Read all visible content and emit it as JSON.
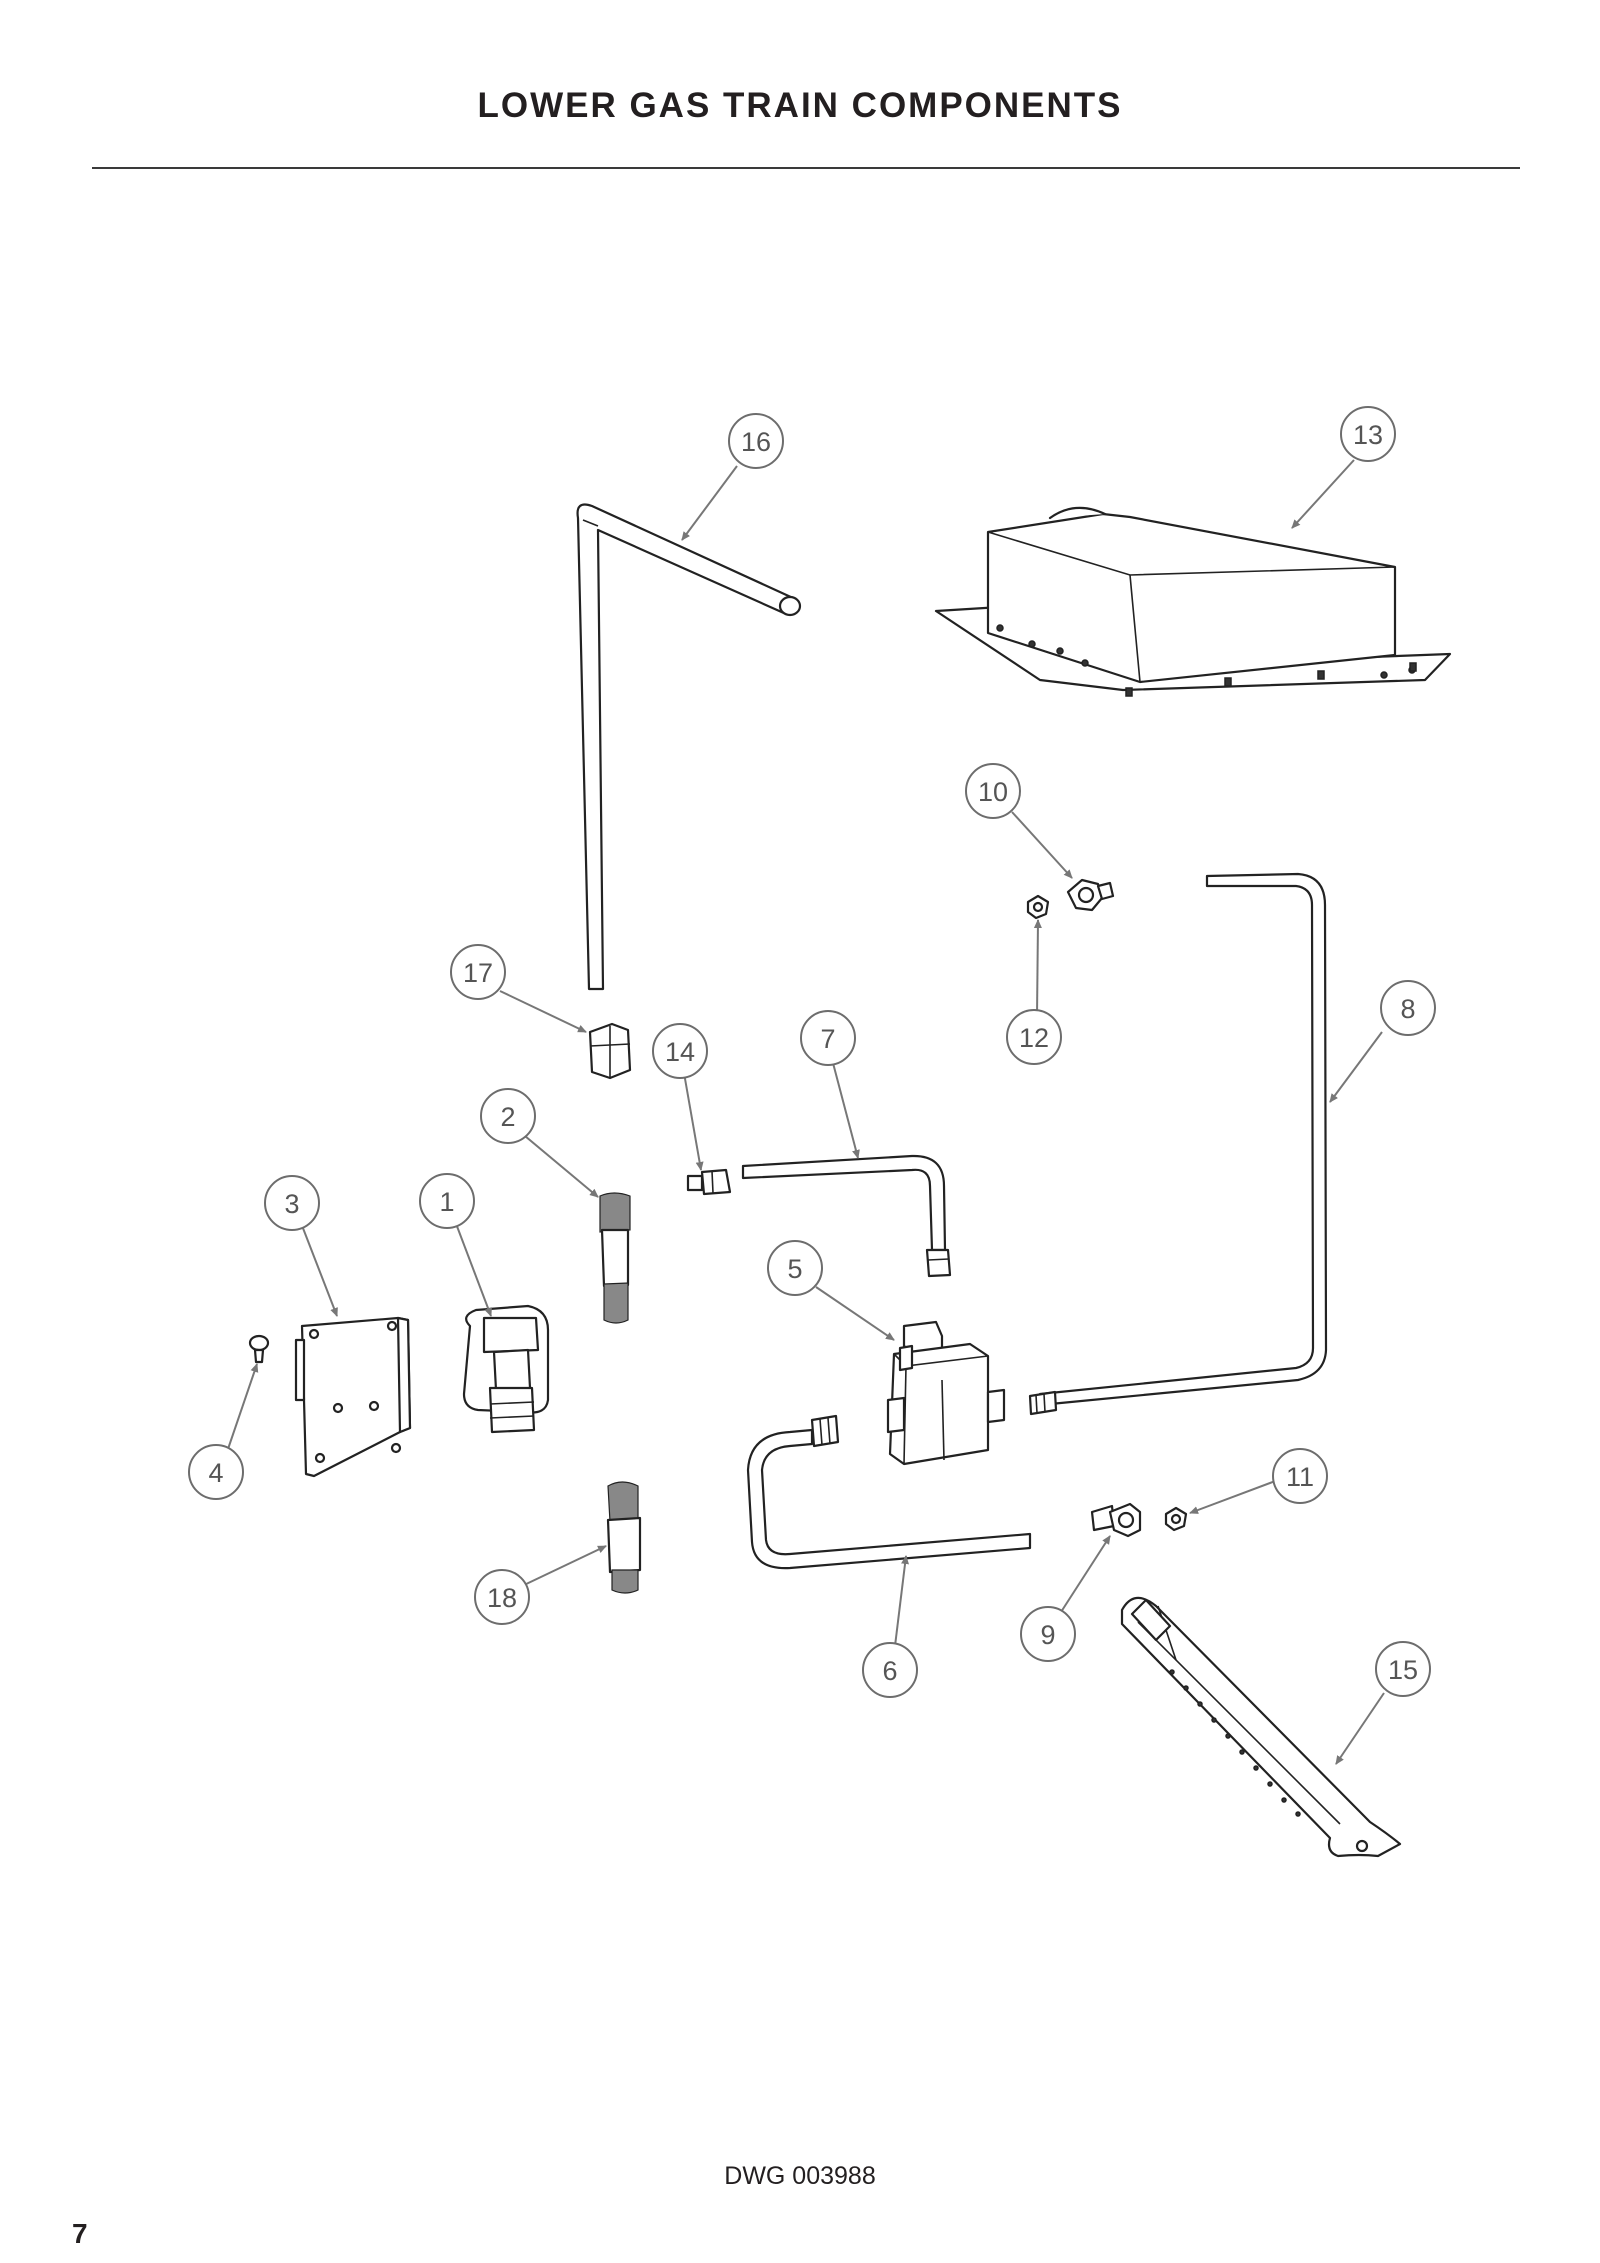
{
  "header": {
    "title": "LOWER GAS TRAIN COMPONENTS"
  },
  "callouts": [
    {
      "id": "c1",
      "label": "1"
    },
    {
      "id": "c2",
      "label": "2"
    },
    {
      "id": "c3",
      "label": "3"
    },
    {
      "id": "c4",
      "label": "4"
    },
    {
      "id": "c5",
      "label": "5"
    },
    {
      "id": "c6",
      "label": "6"
    },
    {
      "id": "c7",
      "label": "7"
    },
    {
      "id": "c8",
      "label": "8"
    },
    {
      "id": "c9",
      "label": "9"
    },
    {
      "id": "c10",
      "label": "10"
    },
    {
      "id": "c11",
      "label": "11"
    },
    {
      "id": "c12",
      "label": "12"
    },
    {
      "id": "c13",
      "label": "13"
    },
    {
      "id": "c14",
      "label": "14"
    },
    {
      "id": "c15",
      "label": "15"
    },
    {
      "id": "c16",
      "label": "16"
    },
    {
      "id": "c17",
      "label": "17"
    },
    {
      "id": "c18",
      "label": "18"
    }
  ],
  "footer": {
    "drawing_number": "DWG 003988",
    "page_number": "7"
  }
}
